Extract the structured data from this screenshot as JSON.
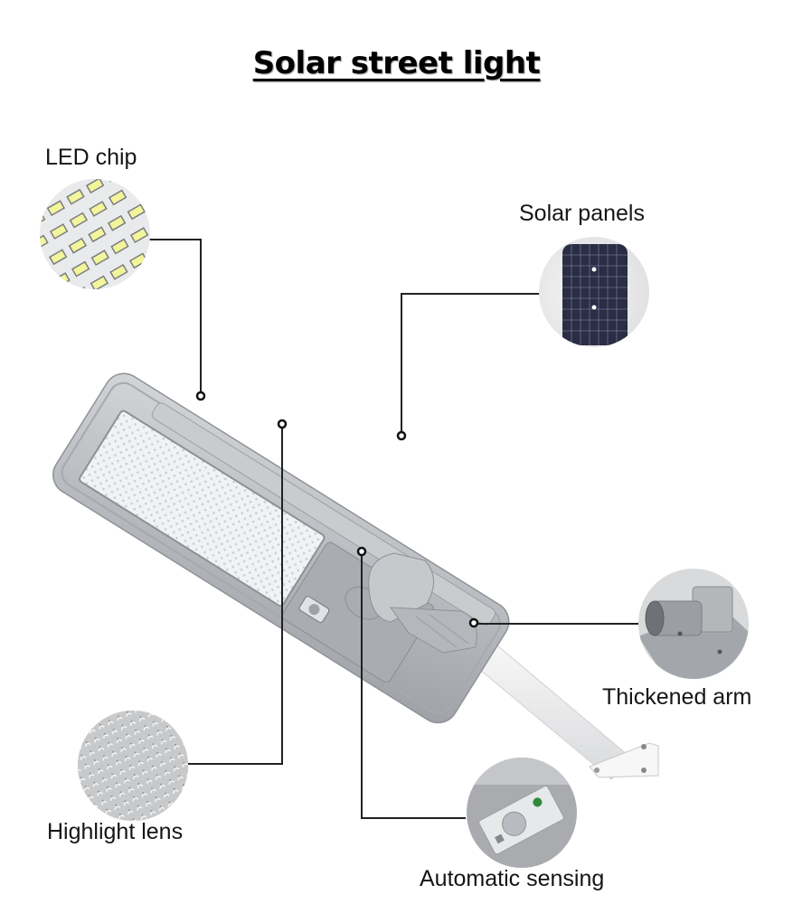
{
  "title": "Solar street light",
  "callouts": [
    {
      "id": "led-chip",
      "label": "LED chip"
    },
    {
      "id": "solar-panels",
      "label": "Solar panels"
    },
    {
      "id": "thickened-arm",
      "label": "Thickened arm"
    },
    {
      "id": "highlight-lens",
      "label": "Highlight lens"
    },
    {
      "id": "automatic-sensing",
      "label": "Automatic sensing"
    }
  ],
  "colors": {
    "background": "#ffffff",
    "housing": "#b9bcc0",
    "housing_dark": "#8d9095",
    "led_panel": "#eef0f2",
    "solar_cell": "#2a2d44",
    "leader_line": "#222222",
    "led_yellow": "#f2f59a",
    "sensor_green": "#2f8a3c"
  }
}
